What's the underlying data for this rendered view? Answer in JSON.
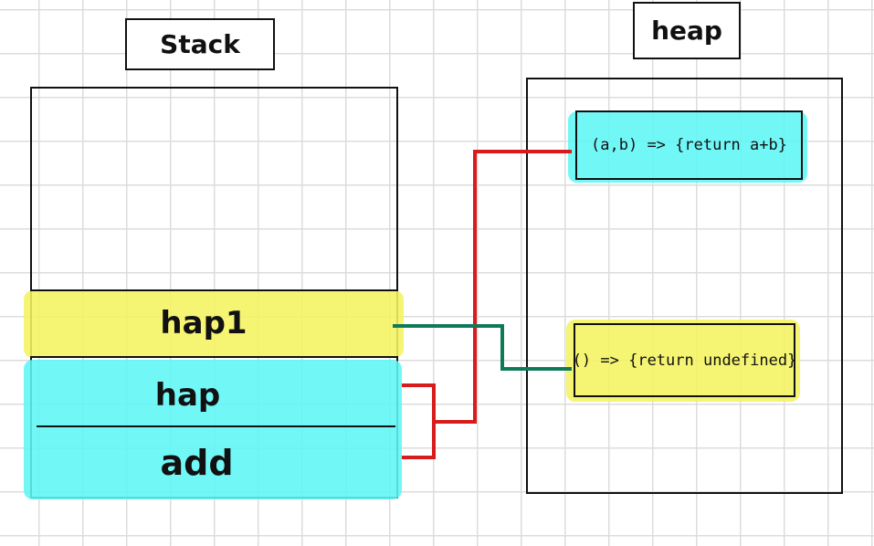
{
  "stack": {
    "title": "Stack",
    "slots": [
      {
        "label": "hap1",
        "color": "#f4f260"
      },
      {
        "label": "hap",
        "color": "#5ef6f6"
      },
      {
        "label": "add",
        "color": "#5ef6f6"
      }
    ]
  },
  "heap": {
    "title": "heap",
    "objects": [
      {
        "label": "(a,b) => {return a+b}",
        "color": "#5ef6f6"
      },
      {
        "label": "() => {return undefined}",
        "color": "#f4f260"
      }
    ]
  },
  "connectors": [
    {
      "from": "hap",
      "to": "heap-object-add-fn",
      "color": "#d81b1b"
    },
    {
      "from": "add",
      "to": "heap-object-add-fn",
      "color": "#d81b1b"
    },
    {
      "from": "hap1",
      "to": "heap-object-undefined-fn",
      "color": "#0e7a5a"
    }
  ]
}
